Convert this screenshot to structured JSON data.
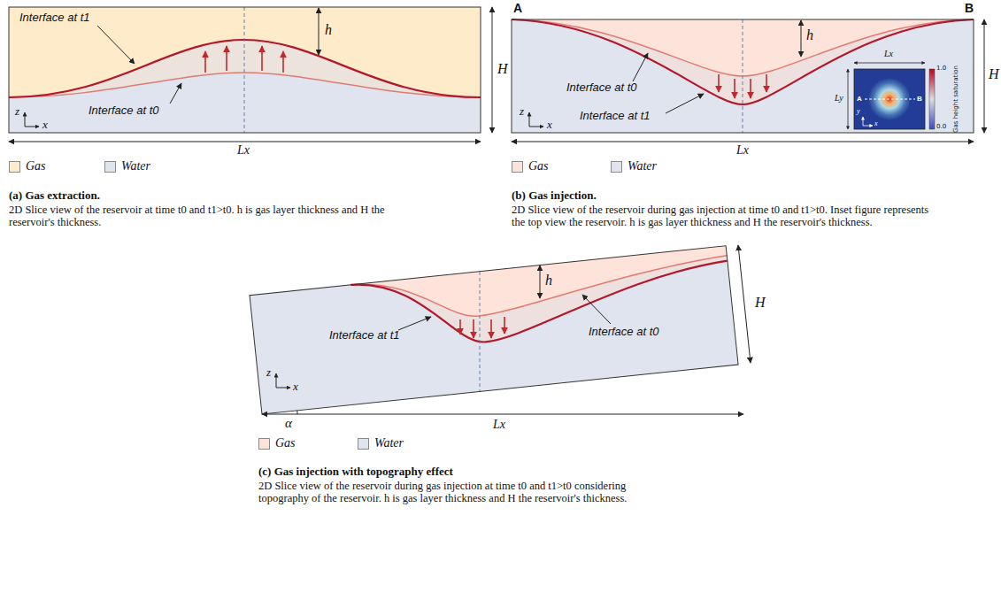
{
  "diagram": {
    "labels": [
      "Interface at t1",
      "h",
      "H",
      "Interface at t0",
      "z",
      "x",
      "Lx",
      "(a) Gas extraction.",
      "2D Slice view of the reservoir at time t0 and t1>t0. h is gas layer thickness and H the reservoir's thickness.",
      "A",
      "B",
      "h",
      "H",
      "Lx",
      "Ly",
      "A",
      "B",
      "y",
      "x",
      "1.0",
      "0.0",
      "Gas height saturation",
      "Interface at t0",
      "Interface at t1",
      "z",
      "x",
      "Lx",
      "(b) Gas injection.",
      "2D Slice view of the reservoir during gas injection at time t0 and t1>t0. Inset figure represents the top view the reservoir. h is gas layer thickness and H the reservoir's thickness.",
      "Interface at t1",
      "Interface at t0",
      "h",
      "H",
      "z",
      "x",
      "α",
      "Lx",
      "(c) Gas injection with topography effect",
      "2D Slice view of the reservoir during gas injection at time t0 and t1>t0 considering topography of the reservoir. h is gas layer thickness and H the reservoir's thickness."
    ],
    "legend": [
      {
        "text": "Gas",
        "color": "#fdebc9"
      },
      {
        "text": "Water",
        "color": "#dfe4ee"
      },
      {
        "text": "Gas",
        "color": "#fde3d9"
      },
      {
        "text": "Water",
        "color": "#dfe4ee"
      },
      {
        "text": "Gas",
        "color": "#fde3d9"
      },
      {
        "text": "Water",
        "color": "#dfe4ee"
      }
    ]
  }
}
